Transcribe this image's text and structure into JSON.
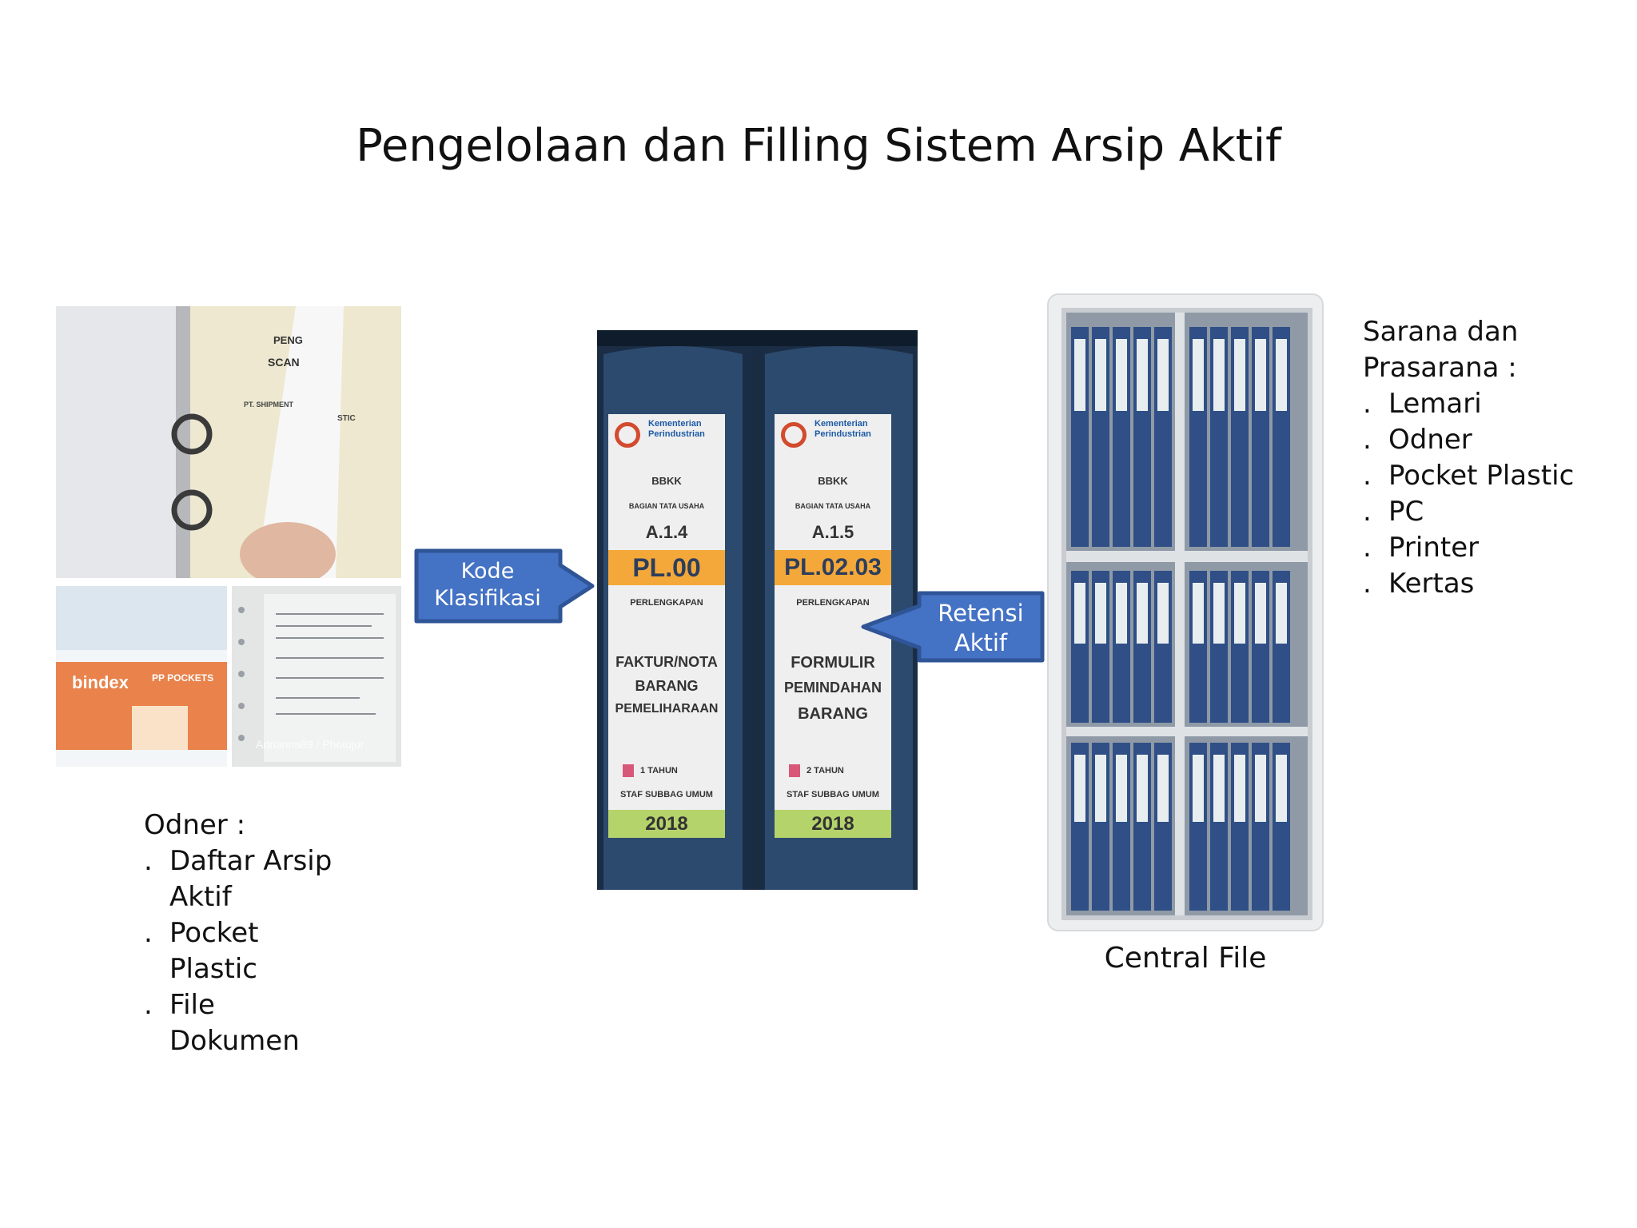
{
  "title": "Pengelolaan dan Filling Sistem Arsip Aktif",
  "callouts": {
    "left": {
      "line1": "Kode",
      "line2": "Klasifikasi"
    },
    "right": {
      "line1": "Retensi",
      "line2": "Aktif"
    }
  },
  "odner": {
    "heading": "Odner :",
    "items": [
      {
        "bullet": ".",
        "line1": "Daftar Arsip",
        "line2": "Aktif"
      },
      {
        "bullet": ".",
        "line1": "Pocket",
        "line2": "Plastic"
      },
      {
        "bullet": ".",
        "line1": "File",
        "line2": "Dokumen"
      }
    ]
  },
  "sarana": {
    "heading": "Sarana dan Prasarana :",
    "items": [
      {
        "bullet": ".",
        "label": "Lemari"
      },
      {
        "bullet": ".",
        "label": "Odner"
      },
      {
        "bullet": ".",
        "label": "Pocket Plastic"
      },
      {
        "bullet": ".",
        "label": "PC"
      },
      {
        "bullet": ".",
        "label": "Printer"
      },
      {
        "bullet": ".",
        "label": "Kertas"
      }
    ]
  },
  "central_file_caption": "Central File",
  "binder_labels": [
    {
      "ministry": "Kementerian Perindustrian",
      "unit": "BBKK",
      "section": "BAGIAN TATA USAHA",
      "code": "A.1.4",
      "class_code": "PL.00",
      "category": "PERLENGKAPAN",
      "desc1": "FAKTUR/NOTA",
      "desc2": "BARANG",
      "desc3": "PEMELIHARAAN",
      "retention": "1 TAHUN",
      "staff": "STAF SUBBAG UMUM",
      "year": "2018"
    },
    {
      "ministry": "Kementerian Perindustrian",
      "unit": "BBKK",
      "section": "BAGIAN TATA USAHA",
      "code": "A.1.5",
      "class_code": "PL.02.03",
      "category": "PERLENGKAPAN",
      "desc1": "FORMULIR",
      "desc2": "PEMINDAHAN",
      "desc3": "BARANG",
      "retention": "2 TAHUN",
      "staff": "STAF SUBBAG UMUM",
      "year": "2018"
    }
  ],
  "photo_text": {
    "folder_line1": "PENG",
    "folder_line2": "SCAN",
    "folder_line3": "PT. SHIPMENT",
    "folder_line4": "STIC",
    "pocket_brand": "bindex",
    "pocket_product": "PP POCKETS",
    "watermark": "Adrianna89 / Photojur"
  },
  "colors": {
    "callout_fill": "#4472c4",
    "callout_stroke": "#2f5597",
    "binder_blue": "#2c4a6e",
    "label_orange": "#f4a83a",
    "label_green": "#b5d36b"
  }
}
